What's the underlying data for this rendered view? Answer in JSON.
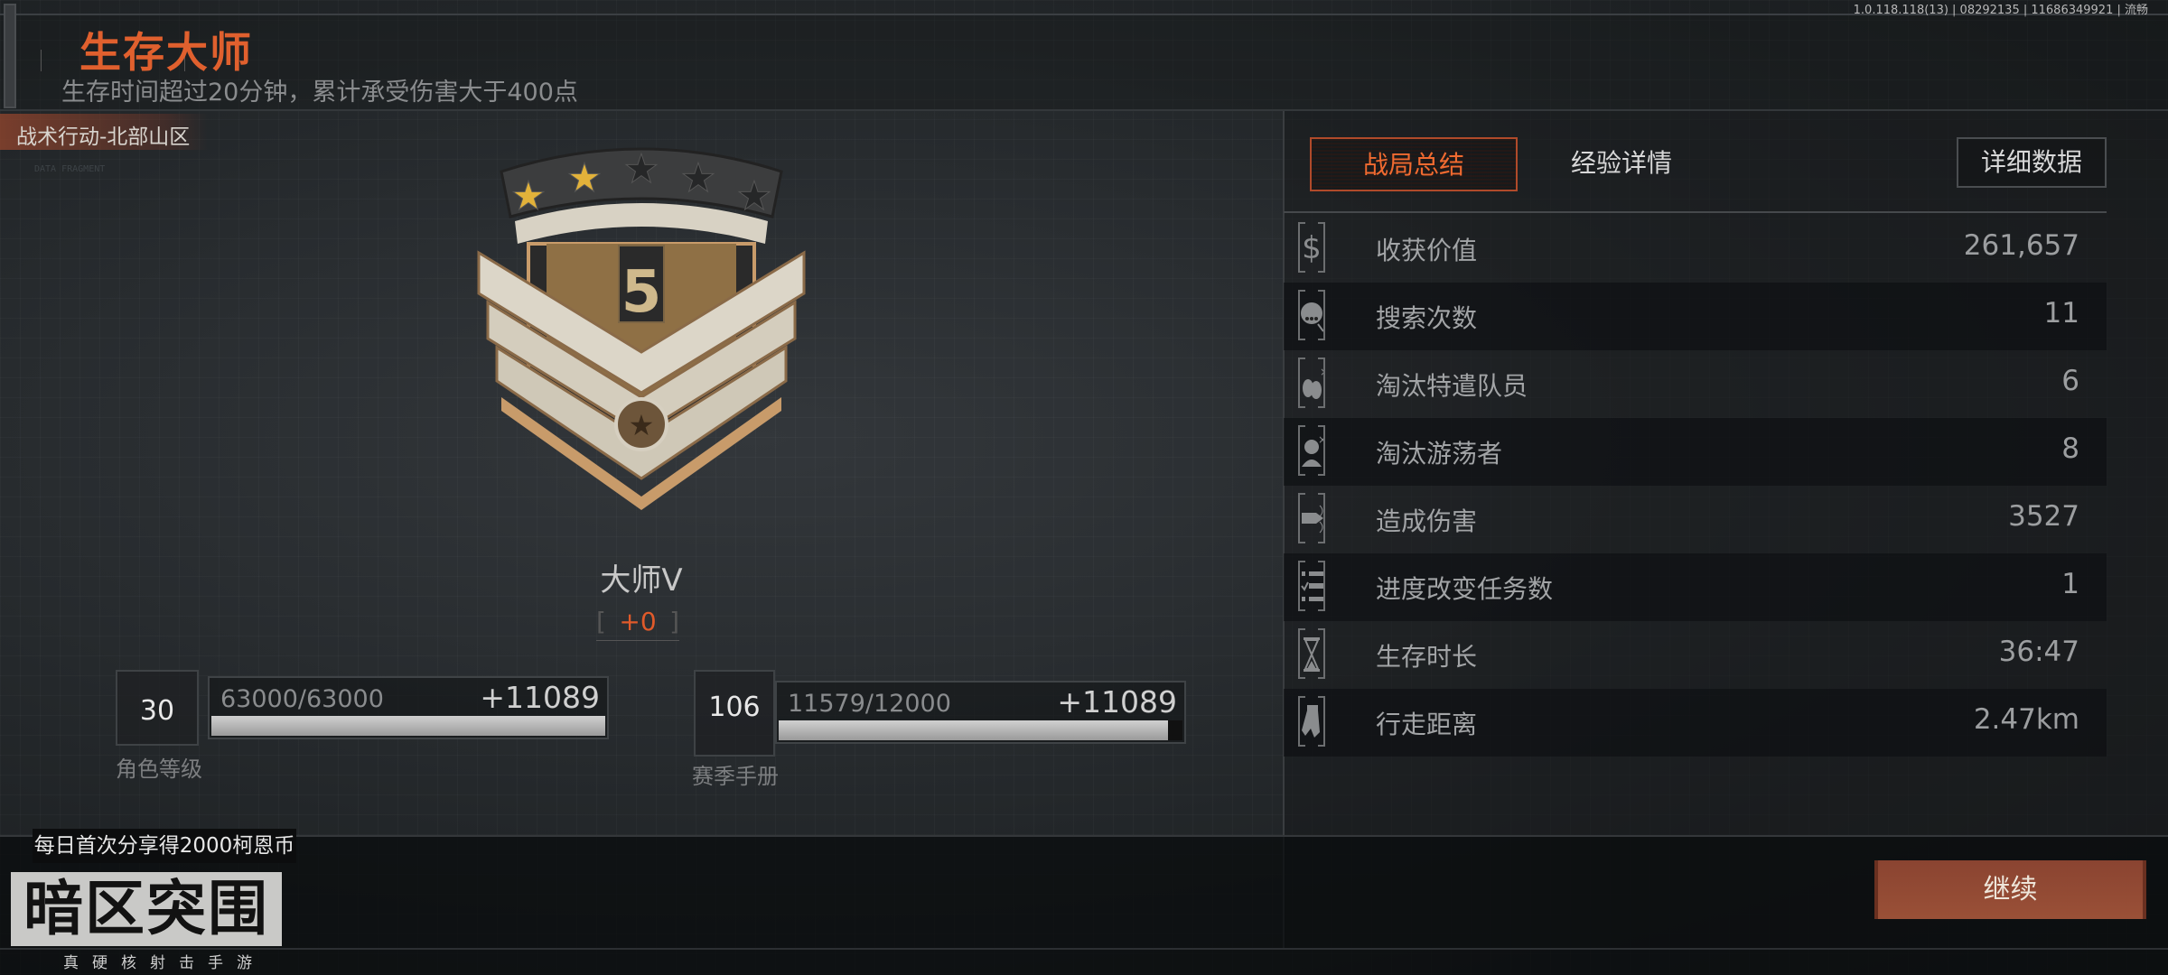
{
  "header": {
    "title": "生存大师",
    "subtitle": "生存时间超过20分钟，累计承受伤害大于400点",
    "version": "1.0.118.118(13) | 08292135 | 11686349921 | 流畅"
  },
  "map": "战术行动-北部山区",
  "decor": {
    "fragment_title": "DATA FRAGMENT"
  },
  "rank": {
    "badge_number": "5",
    "stars_filled": 2,
    "stars_total": 5,
    "name": "大师V",
    "delta": "+0"
  },
  "progress": [
    {
      "level": "30",
      "current": "63000/63000",
      "gain": "+11089",
      "fraction": 1.0,
      "label": "角色等级"
    },
    {
      "level": "106",
      "current": "11579/12000",
      "gain": "+11089",
      "fraction": 0.965,
      "label": "赛季手册"
    }
  ],
  "tabs": [
    {
      "label": "战局总结",
      "active": true
    },
    {
      "label": "经验详情",
      "active": false
    }
  ],
  "detail_button": "详细数据",
  "stats": [
    {
      "icon": "dollar-icon",
      "label": "收获价值",
      "value": "261,657"
    },
    {
      "icon": "search-icon",
      "label": "搜索次数",
      "value": "11"
    },
    {
      "icon": "dogtag-icon",
      "label": "淘汰特遣队员",
      "value": "6"
    },
    {
      "icon": "wanderer-icon",
      "label": "淘汰游荡者",
      "value": "8"
    },
    {
      "icon": "bullet-icon",
      "label": "造成伤害",
      "value": "3527"
    },
    {
      "icon": "checklist-icon",
      "label": "进度改变任务数",
      "value": "1"
    },
    {
      "icon": "hourglass-icon",
      "label": "生存时长",
      "value": "36:47"
    },
    {
      "icon": "walking-icon",
      "label": "行走距离",
      "value": "2.47km"
    }
  ],
  "share_banner": "每日首次分享得2000柯恩币",
  "logo": {
    "text": "暗区突围",
    "tagline": "真硬核射击手游"
  },
  "continue_button": "继续",
  "colors": {
    "accent": "#e0602e",
    "button": "#8f4a33"
  }
}
